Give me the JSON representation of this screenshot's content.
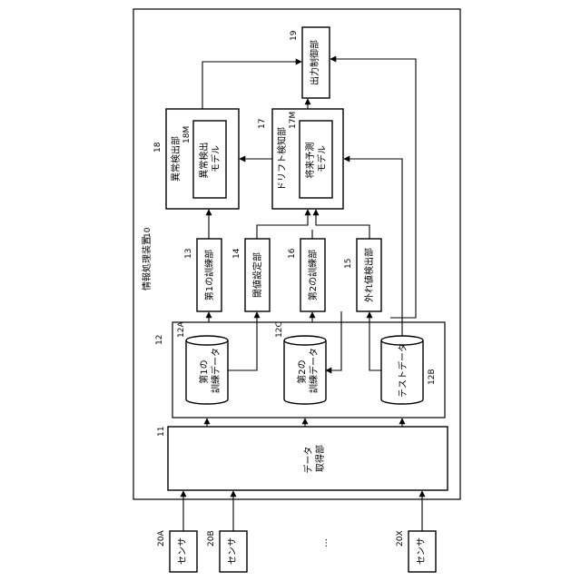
{
  "device": {
    "label": "情報処理装置",
    "ref": "10"
  },
  "data_acquisition": {
    "label": "データ\n取得部",
    "ref": "11"
  },
  "storage": {
    "ref": "12"
  },
  "db_first": {
    "label": "第1の\n訓練データ",
    "ref": "12A"
  },
  "db_second": {
    "label": "第2の\n訓練データ",
    "ref": "12C"
  },
  "db_test": {
    "label": "テストデータ",
    "ref": "12B"
  },
  "first_training": {
    "label": "第1の訓練部",
    "ref": "13"
  },
  "threshold_setting": {
    "label": "閾値設定部",
    "ref": "14"
  },
  "outlier_detection": {
    "label": "外れ値検出部",
    "ref": "15"
  },
  "second_training": {
    "label": "第2の訓練部",
    "ref": "16"
  },
  "drift_detection": {
    "label": "ドリフト検知部",
    "ref": "17"
  },
  "future_model": {
    "label": "将来予測\nモデル",
    "ref": "17M"
  },
  "anomaly_detection": {
    "label": "異常検出部",
    "ref": "18"
  },
  "anomaly_model": {
    "label": "異常検出\nモデル",
    "ref": "18M"
  },
  "output_control": {
    "label": "出力制御部",
    "ref": "19"
  },
  "sensors": [
    {
      "label": "センサ",
      "ref": "20A"
    },
    {
      "label": "センサ",
      "ref": "20B"
    },
    {
      "label": "センサ",
      "ref": "20X"
    }
  ],
  "ellipsis": "…"
}
